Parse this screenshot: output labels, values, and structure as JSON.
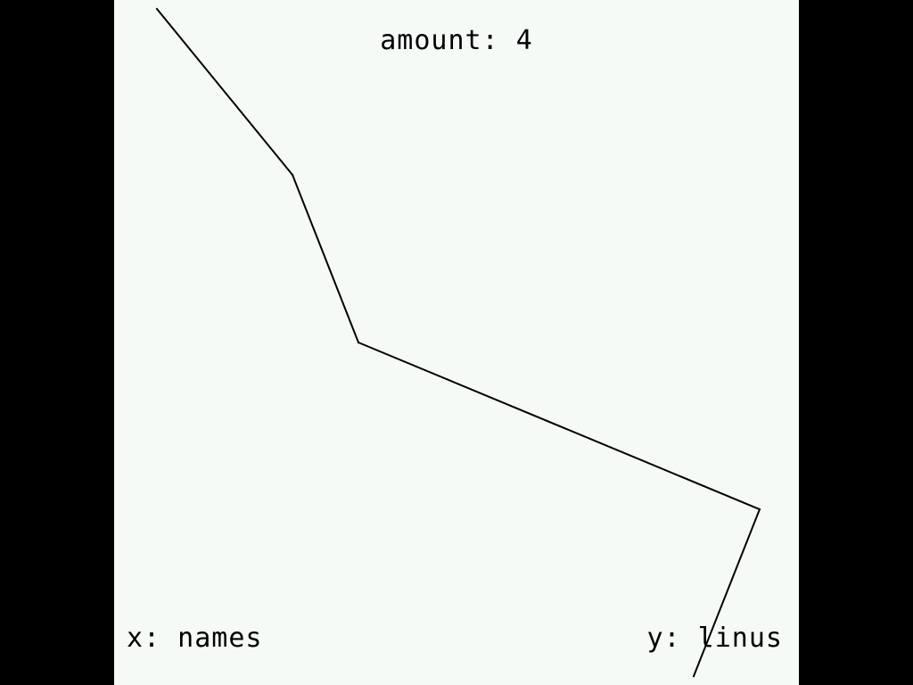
{
  "colors": {
    "letterbox": "#000000",
    "background": "#f5faf7",
    "line": "#000000",
    "text": "#000000"
  },
  "title": "amount: 4",
  "xlabel": "x: names",
  "ylabel": "y: linus",
  "chart_data": {
    "type": "line",
    "title": "amount: 4",
    "xlabel": "x: names",
    "ylabel": "y: linus",
    "grid": false,
    "legend": "none",
    "series": [
      {
        "x": [
          0.0625,
          0.2604,
          0.3568,
          0.9427,
          0.8464
        ],
        "y": [
          0.987,
          0.7448,
          0.5,
          0.2565,
          0.013
        ]
      }
    ],
    "xlim": [
      0,
      1
    ],
    "ylim": [
      0,
      1
    ]
  }
}
